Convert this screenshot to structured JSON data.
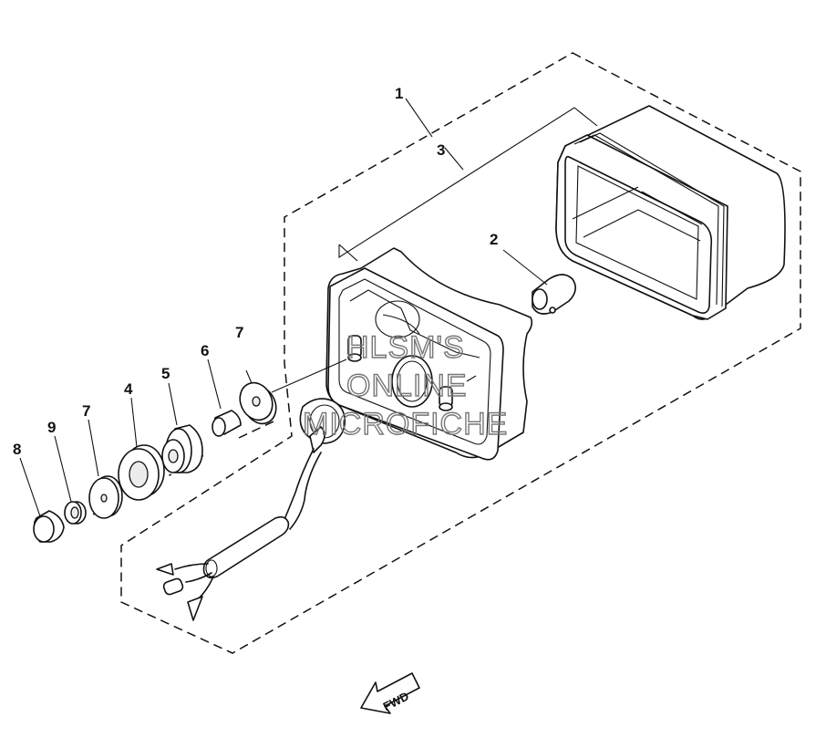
{
  "callouts": [
    {
      "id": "1",
      "label": "1"
    },
    {
      "id": "2",
      "label": "2"
    },
    {
      "id": "3",
      "label": "3"
    },
    {
      "id": "4",
      "label": "4"
    },
    {
      "id": "5",
      "label": "5"
    },
    {
      "id": "6",
      "label": "6"
    },
    {
      "id": "7a",
      "label": "7"
    },
    {
      "id": "7b",
      "label": "7"
    },
    {
      "id": "8",
      "label": "8"
    },
    {
      "id": "9",
      "label": "9"
    }
  ],
  "watermark": {
    "line1": "HLSM'S",
    "line2": "ONLINE",
    "line3": "MICROFICHE"
  },
  "direction_arrow": {
    "label": "FWD",
    "icon": "fwd-arrow-icon"
  }
}
